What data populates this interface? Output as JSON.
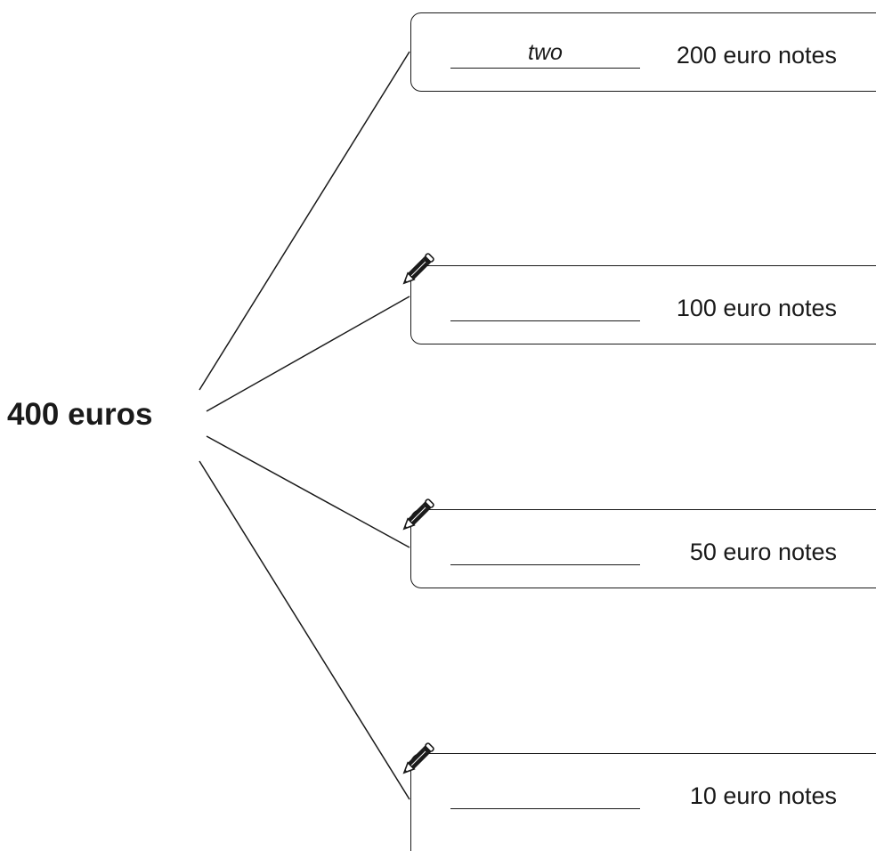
{
  "source": {
    "label": "400 euros"
  },
  "rows": [
    {
      "note_label": "200 euro notes",
      "answer": "two",
      "has_pencil": false
    },
    {
      "note_label": "100 euro notes",
      "answer": "",
      "has_pencil": true
    },
    {
      "note_label": "50 euro notes",
      "answer": "",
      "has_pencil": true
    },
    {
      "note_label": "10 euro notes",
      "answer": "",
      "has_pencil": true
    }
  ],
  "icons": {
    "pencil": "pencil-icon"
  },
  "colors": {
    "ink": "#1a1a1a",
    "background": "#ffffff"
  }
}
